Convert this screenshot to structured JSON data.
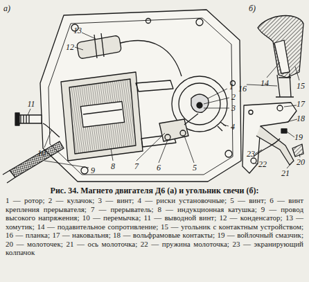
{
  "diagram": {
    "caption": "Рис. 34. Магнето двигателя Д6 (а) и угольник свечи (б):",
    "labels": [
      "а)",
      "б)",
      "1",
      "2",
      "3",
      "4",
      "5",
      "6",
      "7",
      "8",
      "9",
      "10",
      "11",
      "12",
      "13",
      "14",
      "15",
      "16",
      "17",
      "18",
      "19",
      "20",
      "21",
      "22",
      "23",
      "1 — ротор;",
      "2 — кулачок;",
      "3 — винт;",
      "4 — риски установочные;",
      "5 — винт;",
      "6 — винт крепления прерывателя;",
      "7 — прерыватель;",
      "8 — индукционная катушка;",
      "9 — провод высокого напряжения;",
      "10 — перемычка;",
      "11 — выводной винт;",
      "12 — конденсатор;",
      "13 — хомутик;",
      "14 — подавительное сопротивление;",
      "15 — угольник с контактным устройством;",
      "16 — планка;",
      "17 — наковальня;",
      "18 — вольфрамовые контакты;",
      "19 — войлочный смазчик;",
      "20 — молоточек;",
      "21 — ось молоточка;",
      "22 — пружина молоточка;",
      "23 — экранирующий колпачок"
    ]
  }
}
